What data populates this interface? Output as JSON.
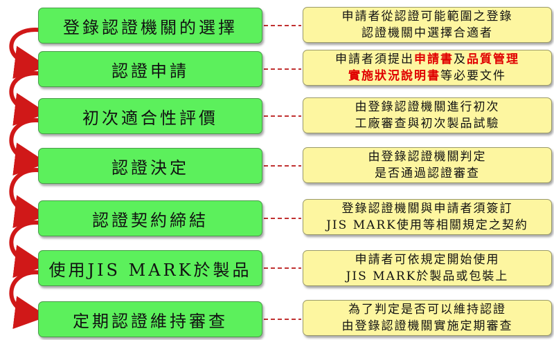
{
  "steps": [
    {
      "label": "登錄認證機關的選擇",
      "note": [
        "申請者從認證可能範圍之登錄",
        "認證機關中選擇合適者"
      ]
    },
    {
      "label": "認證申請",
      "note_rich": [
        [
          {
            "t": "申請者須提出"
          },
          {
            "t": "申請書",
            "hl": true
          },
          {
            "t": "及"
          },
          {
            "t": "品質管理",
            "hl": true
          }
        ],
        [
          {
            "t": "實施狀況說明書",
            "hl": true
          },
          {
            "t": "等必要文件"
          }
        ]
      ]
    },
    {
      "label": "初次適合性評價",
      "note": [
        "由登錄認證機關進行初次",
        "工廠審查與初次製品試驗"
      ]
    },
    {
      "label": "認證決定",
      "note": [
        "由登錄認證機關判定",
        "是否通過認證審查"
      ]
    },
    {
      "label": "認證契約締結",
      "note": [
        "登錄認證機關與申請者須簽訂",
        "JIS MARK使用等相關規定之契約"
      ]
    },
    {
      "label": "使用JIS MARK於製品",
      "note": [
        "申請者可依規定開始使用",
        "JIS MARK於製品或包裝上"
      ]
    },
    {
      "label": "定期認證維持審查",
      "note": [
        "為了判定是否可以維持認證",
        "由登錄認證機關實施定期審查"
      ]
    }
  ],
  "colors": {
    "step_fill": "#5cf05c",
    "note_fill": "#fdf6a0",
    "highlight": "#e00000",
    "arrow": "#d01818",
    "connector": "#c03030"
  }
}
